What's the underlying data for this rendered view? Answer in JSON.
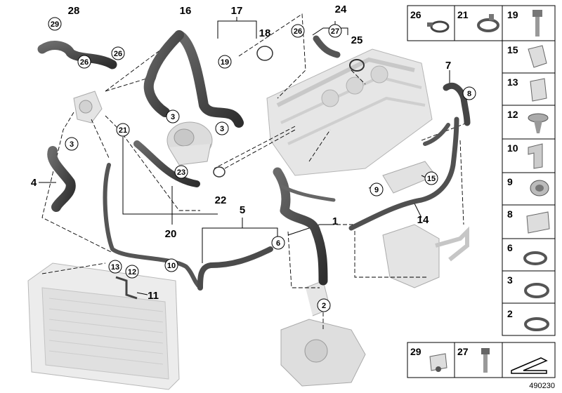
{
  "diagram": {
    "callouts": {
      "c2": "2",
      "c3a": "3",
      "c3b": "3",
      "c3c": "3",
      "c4": "4",
      "c5": "5",
      "c7": "7",
      "c9": "9",
      "c10": "10",
      "c11": "11",
      "c12": "12",
      "c13": "13",
      "c14": "14",
      "c15": "15",
      "c16": "16",
      "c17": "17",
      "c18": "18",
      "c19": "19",
      "c20": "20",
      "c21": "21",
      "c22": "22",
      "c23": "23",
      "c24": "24",
      "c25": "25",
      "c26a": "26",
      "c26b": "26",
      "c26c": "26",
      "c27": "27",
      "c28": "28",
      "c29": "29",
      "c1": "1",
      "c6": "6",
      "c8": "8"
    },
    "parts_panel": {
      "top_row": [
        "26",
        "21",
        "19"
      ],
      "column": [
        "15",
        "13",
        "12",
        "10",
        "9",
        "8",
        "6",
        "3",
        "2"
      ],
      "bottom_row": [
        "29",
        "27"
      ]
    },
    "reference_number": "490230"
  }
}
